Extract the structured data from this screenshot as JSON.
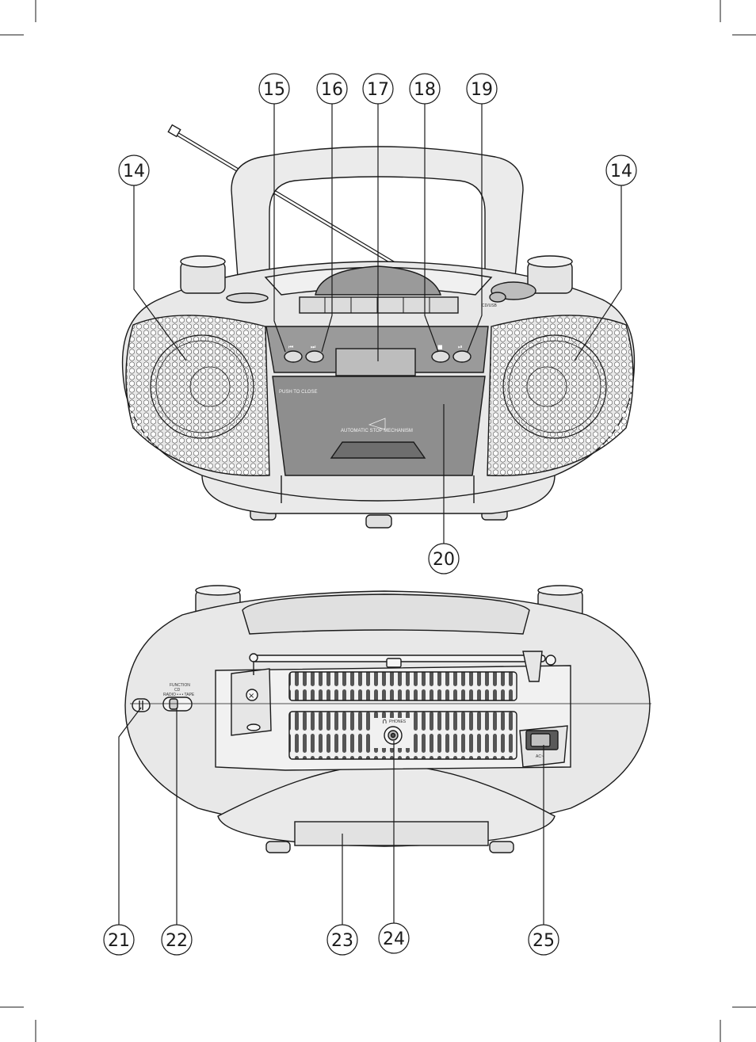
{
  "front_view": {
    "labels": {
      "push_to_close": "PUSH TO CLOSE",
      "automatic_stop": "AUTOMATIC STOP MECHANISM",
      "cd_ir": "CD/USB"
    }
  },
  "back_view": {
    "labels": {
      "function_title": "FUNCTION",
      "function_sub": "CD",
      "function_modes": "RADIO • • • TAPE",
      "phones": "PHONES",
      "ac": "AC~"
    }
  },
  "callouts": {
    "c14_left": "14",
    "c14_right": "14",
    "c15": "15",
    "c16": "16",
    "c17": "17",
    "c18": "18",
    "c19": "19",
    "c20": "20",
    "c21": "21",
    "c22": "22",
    "c23": "23",
    "c24": "24",
    "c25": "25"
  },
  "colors": {
    "line": "#1a1a1a",
    "body": "#e6e6e6",
    "panel": "#9a9a9a",
    "grille": "#d0d0d0",
    "dark_panel": "#7a7a7a"
  }
}
